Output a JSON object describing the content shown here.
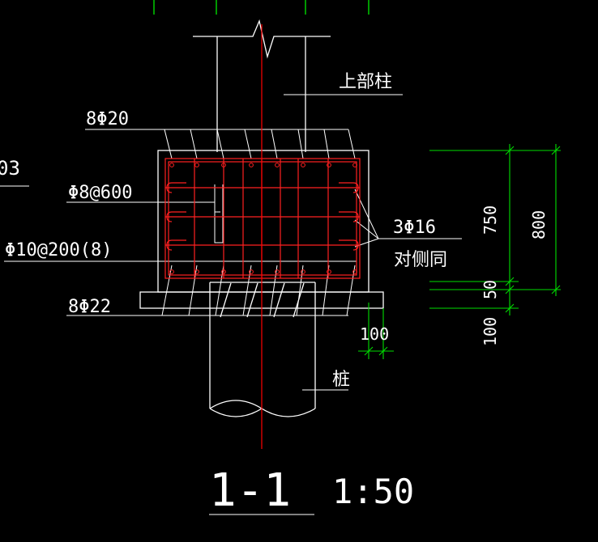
{
  "labels": {
    "upper_column": "上部柱",
    "top_bars": "8Φ20",
    "fragment_left": "03",
    "ties_a": "Φ8@600",
    "stirrups": "Φ10@200(8)",
    "bottom_bars": "8Φ22",
    "side_bars": "3Φ16",
    "side_same": "对侧同",
    "pile": "桩",
    "section_title": "1-1",
    "scale": "1:50"
  },
  "dimensions": {
    "d750": "750",
    "d800": "800",
    "d50": "50",
    "d100_vertical": "100",
    "d100_horizontal": "100"
  },
  "colors": {
    "background": "#000000",
    "line": "#ffffff",
    "rebar": "#ff2020",
    "dimension": "#00dd00",
    "centerline": "#ff0000"
  }
}
